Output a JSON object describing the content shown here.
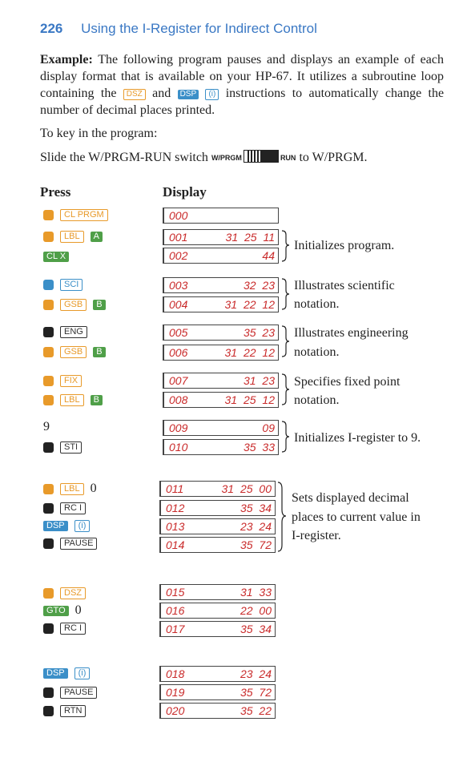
{
  "header": {
    "page_number": "226",
    "title": "Using the I-Register for Indirect Control"
  },
  "intro": {
    "example_label": "Example:",
    "example_text_1": "The following program pauses and displays an example of each display format that is available on your HP-67. It utilizes a subroutine loop containing the",
    "key_dsz": "DSZ",
    "and": "and",
    "key_dsp": "DSP",
    "key_i": "(i)",
    "example_text_2": "instructions to automatically change the number of decimal places printed.",
    "key_in": "To key in the program:",
    "slide_1": "Slide the W/PRGM-RUN switch",
    "switch_left": "W/PRGM",
    "switch_right": "RUN",
    "slide_2": "to W/PRGM."
  },
  "columns": {
    "press": "Press",
    "display": "Display"
  },
  "keys": [
    {
      "prefix": "f",
      "key": "CL PRGM"
    },
    {
      "prefix": "f",
      "key": "LBL",
      "extra": "A"
    },
    {
      "key": "CL X"
    },
    {
      "prefix": "g",
      "key": "SCI"
    },
    {
      "prefix": "f",
      "key": "GSB",
      "extra": "B"
    },
    {
      "prefix": "h",
      "key": "ENG"
    },
    {
      "prefix": "f",
      "key": "GSB",
      "extra": "B"
    },
    {
      "prefix": "f",
      "key": "FIX"
    },
    {
      "prefix": "f",
      "key": "LBL",
      "extra": "B"
    },
    {
      "text": "9"
    },
    {
      "prefix": "h",
      "key": "STI"
    },
    {
      "prefix": "f",
      "key": "LBL",
      "after": "0"
    },
    {
      "prefix": "h",
      "key": "RC I"
    },
    {
      "key": "DSP",
      "extra": "(i)"
    },
    {
      "prefix": "h",
      "key": "PAUSE"
    },
    {
      "prefix": "f",
      "key": "DSZ"
    },
    {
      "key": "GTO",
      "after": "0"
    },
    {
      "prefix": "h",
      "key": "RC I"
    },
    {
      "key": "DSP",
      "extra": "(i)"
    },
    {
      "prefix": "h",
      "key": "PAUSE"
    },
    {
      "prefix": "h",
      "key": "RTN"
    }
  ],
  "displays": [
    {
      "step": "000",
      "code": ""
    },
    {
      "step": "001",
      "code": "31 25 11"
    },
    {
      "step": "002",
      "code": "44"
    },
    {
      "step": "003",
      "code": "32 23"
    },
    {
      "step": "004",
      "code": "31 22 12"
    },
    {
      "step": "005",
      "code": "35 23"
    },
    {
      "step": "006",
      "code": "31 22 12"
    },
    {
      "step": "007",
      "code": "31 23"
    },
    {
      "step": "008",
      "code": "31 25 12"
    },
    {
      "step": "009",
      "code": "09"
    },
    {
      "step": "010",
      "code": "35 33"
    },
    {
      "step": "011",
      "code": "31 25 00"
    },
    {
      "step": "012",
      "code": "35 34"
    },
    {
      "step": "013",
      "code": "23 24"
    },
    {
      "step": "014",
      "code": "35 72"
    },
    {
      "step": "015",
      "code": "31 33"
    },
    {
      "step": "016",
      "code": "22 00"
    },
    {
      "step": "017",
      "code": "35 34"
    },
    {
      "step": "018",
      "code": "23 24"
    },
    {
      "step": "019",
      "code": "35 72"
    },
    {
      "step": "020",
      "code": "35 22"
    }
  ],
  "notes": {
    "n1": "Initializes program.",
    "n2a": "Illustrates scientific",
    "n2b": "notation.",
    "n3a": "Illustrates engineering",
    "n3b": "notation.",
    "n4a": "Specifies fixed point",
    "n4b": "notation.",
    "n5": "Initializes I-register to 9.",
    "n6a": "Sets displayed decimal",
    "n6b": "places to current value in",
    "n6c": "I-register."
  },
  "colors": {
    "header_blue": "#3a78c4",
    "display_red": "#c92a2a",
    "key_gold": "#e89a2a",
    "key_blue": "#3b8fc8"
  }
}
